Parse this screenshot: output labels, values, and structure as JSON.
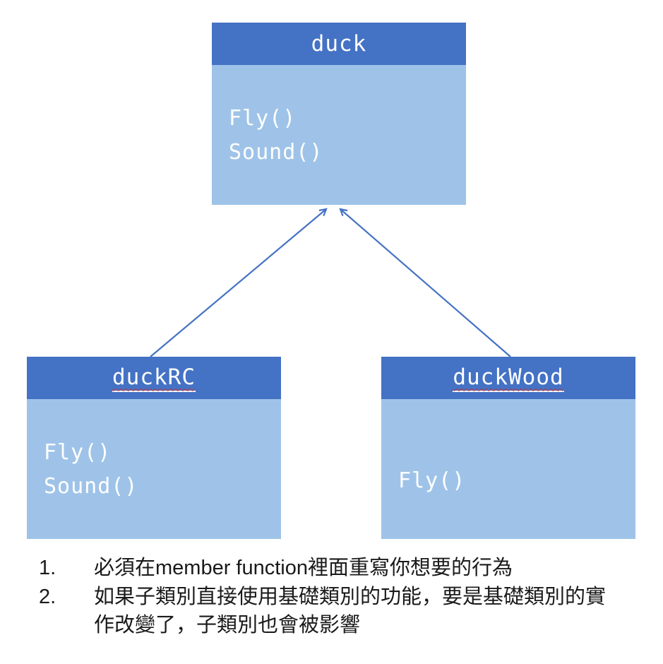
{
  "diagram": {
    "duck": {
      "title": "duck",
      "methods": [
        "Fly()",
        "Sound()"
      ]
    },
    "duckRC": {
      "title": "duckRC",
      "methods": [
        "Fly()",
        "Sound()"
      ]
    },
    "duckWood": {
      "title": "duckWood",
      "methods": [
        "Fly()"
      ]
    }
  },
  "relations": [
    {
      "from": "duckRC",
      "to": "duck",
      "type": "inheritance"
    },
    {
      "from": "duckWood",
      "to": "duck",
      "type": "inheritance"
    }
  ],
  "notes": [
    {
      "number": "1.",
      "text": "必須在member function裡面重寫你想要的行為"
    },
    {
      "number": "2.",
      "text": "如果子類別直接使用基礎類別的功能，要是基礎類別的實作改變了，子類別也會被影響"
    }
  ],
  "colors": {
    "header": "#4472C4",
    "body": "#9FC3E8",
    "arrow": "#4472C4"
  }
}
